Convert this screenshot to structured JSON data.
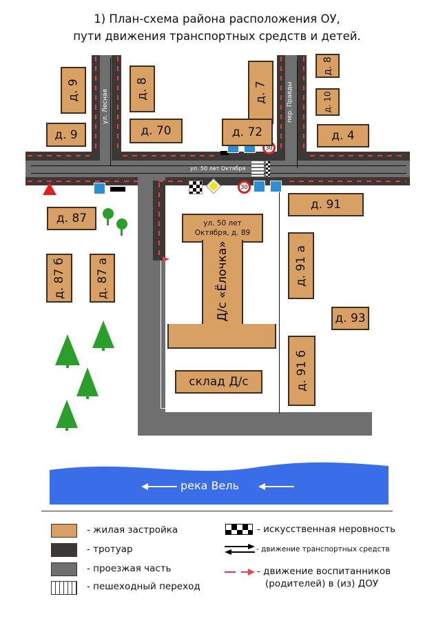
{
  "title": {
    "line1": "1) План-схема района расположения ОУ,",
    "line2": "пути движения транспортных средств и детей."
  },
  "streets": {
    "lesnaya": "ул. Лесная",
    "pravdy": "пер. Правды",
    "oktyabrya": "ул. 50 лет Октября"
  },
  "buildings": {
    "d9a": "д. 9",
    "d9b": "д. 9",
    "d8a": "д. 8",
    "d70": "д. 70",
    "d7": "д. 7",
    "d72": "д. 72",
    "d8b": "д. 8",
    "d10": "д. 10",
    "d4": "д. 4",
    "d87": "д. 87",
    "d87b": "д. 87 б",
    "d87a": "д. 87 а",
    "d91": "д. 91",
    "d91a": "д. 91 а",
    "d93": "д. 93",
    "d91b": "д. 91 б",
    "school_addr1": "ул. 50 лет",
    "school_addr2": "Октября, д. 89",
    "school": "Д/с «Ёлочка»",
    "warehouse": "склад Д/с"
  },
  "signs": {
    "speed1": "30",
    "speed2": "30"
  },
  "river": {
    "label": "река Вель",
    "color": "#3a6ee8"
  },
  "legend": {
    "residential": "- жилая застройка",
    "sidewalk": "- тротуар",
    "roadway": "- проезжая часть",
    "crossing": "- пешеходный переход",
    "bump": "- искусственная неровность",
    "traffic": "- движение транспортных средств",
    "children1": "- движение воспитанников",
    "children2": "(родителей) в (из) ДОУ"
  }
}
